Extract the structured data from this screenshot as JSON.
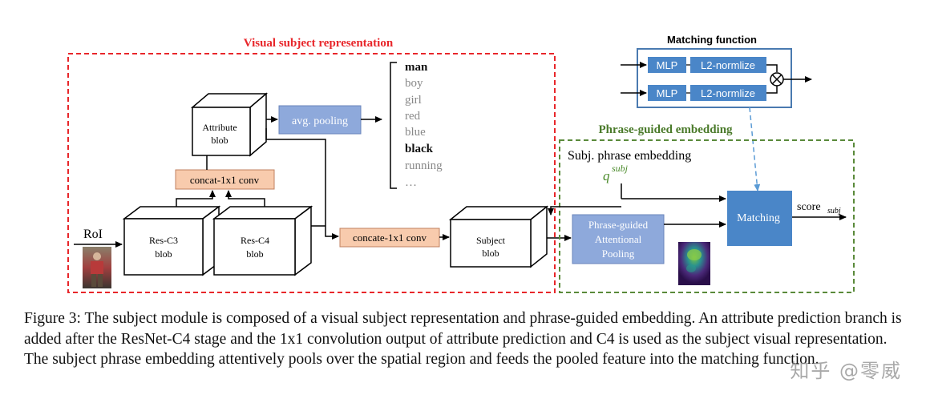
{
  "visual": {
    "title": "Visual subject representation",
    "roi_label": "RoI",
    "res_c3": [
      "Res-C3",
      "blob"
    ],
    "res_c4": [
      "Res-C4",
      "blob"
    ],
    "concat_top": "concat-1x1 conv",
    "attribute_blob": [
      "Attribute",
      "blob"
    ],
    "avg_pooling": "avg. pooling",
    "concat_bottom": "concate-1x1 conv",
    "subject_blob": [
      "Subject",
      "blob"
    ],
    "attributes": [
      {
        "text": "man",
        "bold": true
      },
      {
        "text": "boy",
        "bold": false
      },
      {
        "text": "girl",
        "bold": false
      },
      {
        "text": "red",
        "bold": false
      },
      {
        "text": "blue",
        "bold": false
      },
      {
        "text": "black",
        "bold": true
      },
      {
        "text": "running",
        "bold": false
      },
      {
        "text": "…",
        "bold": false
      }
    ]
  },
  "matching_function": {
    "title": "Matching function",
    "mlp": "MLP",
    "l2": "L2-normlize"
  },
  "phrase": {
    "title": "Phrase-guided embedding",
    "subj_phrase": "Subj. phrase embedding",
    "q_base": "q",
    "q_sup": "subj",
    "pooling": [
      "Phrase-guided",
      "Attentional",
      "Pooling"
    ],
    "matching": "Matching",
    "score_base": "score",
    "score_sub": "subj"
  },
  "caption": "Figure 3: The subject module is composed of a visual subject representation and phrase-guided embedding. An attribute prediction branch is added after the ResNet-C4 stage and the 1x1 convolution output of attribute prediction and C4 is used as the subject visual representation. The subject phrase embedding attentively pools over the spatial region and feeds the pooled feature into the matching function.",
  "watermark": "知乎 @零威",
  "colors": {
    "red_dash": "#e8262a",
    "green_dash": "#5a8a3a",
    "blue_box": "#4a86c8",
    "lavender_box": "#8ea9db",
    "peach_box": "#f8cbad",
    "green_text": "#4a8a2a",
    "dashed_blue": "#5b9bd5"
  }
}
